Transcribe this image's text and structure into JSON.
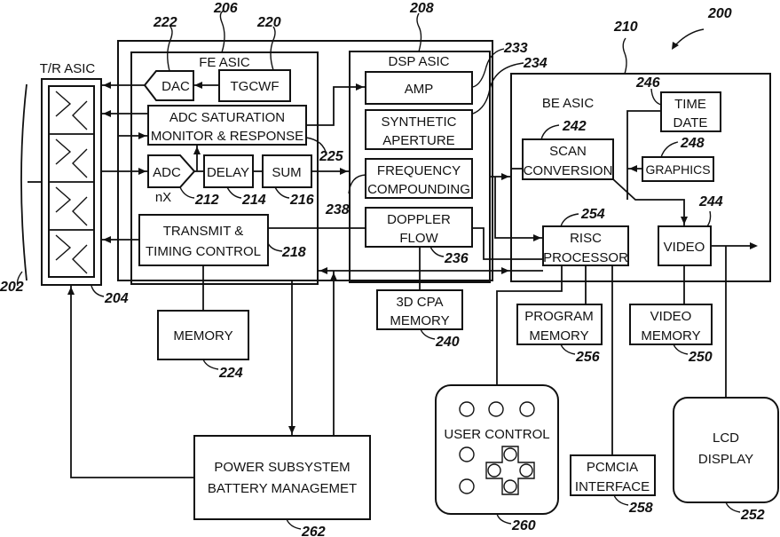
{
  "figure_number": "200",
  "blocks": {
    "tr_asic": {
      "title": "T/R ASIC",
      "ref": "204"
    },
    "transducer": {
      "ref": "202"
    },
    "fe_asic": {
      "title": "FE ASIC",
      "ref": "206"
    },
    "dac": {
      "label": "DAC",
      "ref": "222"
    },
    "tgcwf": {
      "label": "TGCWF",
      "ref": "220"
    },
    "adc_sat": {
      "line1": "ADC SATURATION",
      "line2": "MONITOR & RESPONSE",
      "ref": "225"
    },
    "adc": {
      "label": "ADC",
      "sub": "nX",
      "ref": "212"
    },
    "delay": {
      "label": "DELAY",
      "ref": "214"
    },
    "sum": {
      "label": "SUM",
      "ref": "216"
    },
    "transmit": {
      "line1": "TRANSMIT &",
      "line2": "TIMING CONTROL",
      "ref": "218"
    },
    "memory": {
      "label": "MEMORY",
      "ref": "224"
    },
    "dsp_asic": {
      "title": "DSP ASIC",
      "ref": "208"
    },
    "amp": {
      "label": "AMP",
      "ref": "233"
    },
    "synthetic": {
      "line1": "SYNTHETIC",
      "line2": "APERTURE",
      "ref": "234"
    },
    "frequency": {
      "line1": "FREQUENCY",
      "line2": "COMPOUNDING",
      "ref": "238"
    },
    "doppler": {
      "line1": "DOPPLER",
      "line2": "FLOW",
      "ref": "236"
    },
    "cpa_memory": {
      "line1": "3D CPA",
      "line2": "MEMORY",
      "ref": "240"
    },
    "be_asic": {
      "title": "BE ASIC",
      "ref": "210"
    },
    "time_date": {
      "line1": "TIME",
      "line2": "DATE",
      "ref": "246"
    },
    "scan_conv": {
      "line1": "SCAN",
      "line2": "CONVERSION",
      "ref": "242"
    },
    "graphics": {
      "label": "GRAPHICS",
      "ref": "248"
    },
    "risc": {
      "line1": "RISC",
      "line2": "PROCESSOR",
      "ref": "254"
    },
    "video": {
      "label": "VIDEO",
      "ref": "244"
    },
    "program_memory": {
      "line1": "PROGRAM",
      "line2": "MEMORY",
      "ref": "256"
    },
    "video_memory": {
      "line1": "VIDEO",
      "line2": "MEMORY",
      "ref": "250"
    },
    "user_control": {
      "label": "USER CONTROL",
      "ref": "260"
    },
    "pcmcia": {
      "line1": "PCMCIA",
      "line2": "INTERFACE",
      "ref": "258"
    },
    "lcd": {
      "line1": "LCD",
      "line2": "DISPLAY",
      "ref": "252"
    },
    "power": {
      "line1": "POWER SUBSYSTEM",
      "line2": "BATTERY MANAGEMET",
      "ref": "262"
    }
  }
}
